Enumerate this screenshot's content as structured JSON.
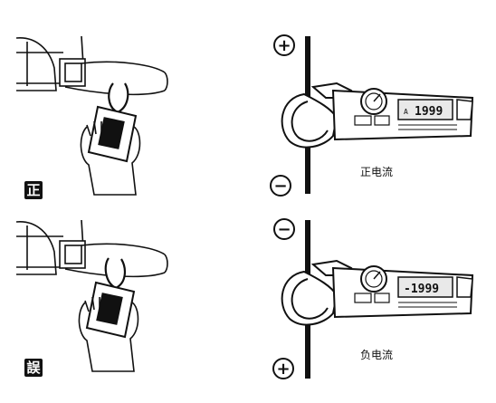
{
  "top": {
    "tag": "正",
    "caption": "正电流",
    "meter_reading": "1999",
    "meter_prefix": "A",
    "conductor_top_symbol": "+",
    "conductor_bottom_symbol": "−"
  },
  "bottom": {
    "tag": "誤",
    "caption": "负电流",
    "meter_reading": "-1999",
    "meter_prefix": "",
    "conductor_top_symbol": "−",
    "conductor_bottom_symbol": "+"
  },
  "icons": {
    "plus": "plus-circle-icon",
    "minus": "minus-circle-icon"
  }
}
